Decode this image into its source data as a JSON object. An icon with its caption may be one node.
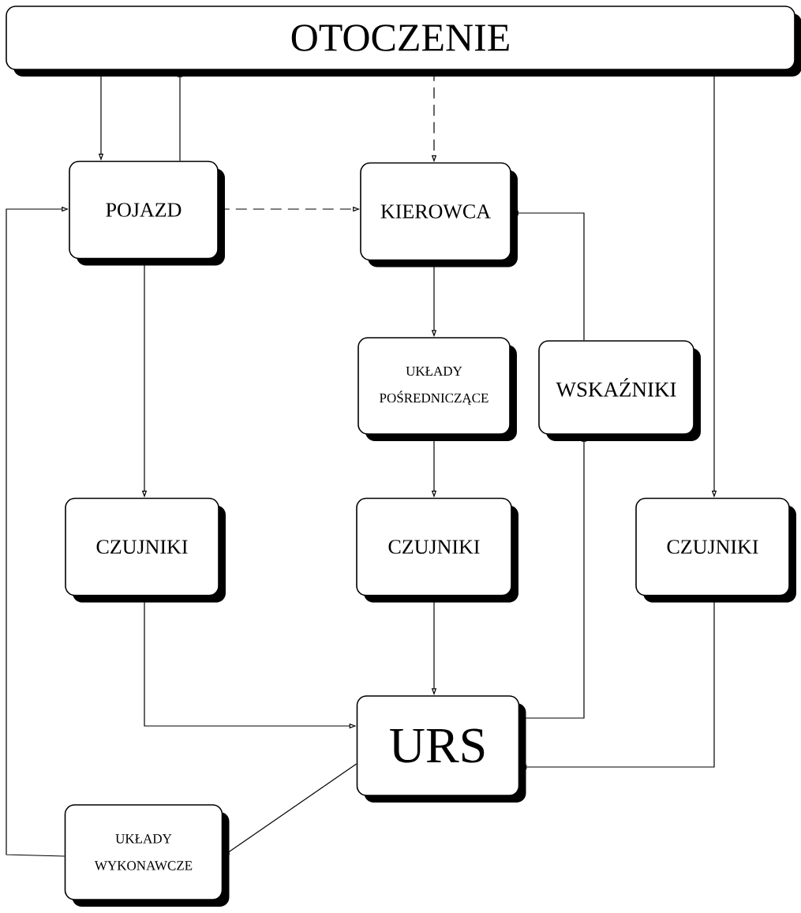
{
  "diagram": {
    "nodes": [
      {
        "text": [
          "OTOCZENIE"
        ]
      },
      {
        "text": [
          "POJAZD"
        ]
      },
      {
        "text": [
          "KIEROWCA"
        ]
      },
      {
        "text": [
          "UKŁADY POŚREDNICZĄCE"
        ]
      },
      {
        "text": [
          "WSKAŹNIKI"
        ]
      },
      {
        "text": [
          "CZUJNIKI"
        ]
      },
      {
        "text": [
          "CZUJNIKI"
        ]
      },
      {
        "text": [
          "CZUJNIKI"
        ]
      },
      {
        "text": [
          "URS"
        ]
      },
      {
        "text": [
          "UKŁADY WYKONAWCZE"
        ]
      }
    ],
    "edges": [
      {
        "from": 0,
        "to": 1,
        "arrow": "to"
      },
      {
        "from": 1,
        "to": 0,
        "arrow": "to"
      },
      {
        "from": 0,
        "to": 2,
        "arrow": "to",
        "style": "dashed"
      },
      {
        "from": 1,
        "to": 2,
        "arrow": "to",
        "style": "dashed"
      },
      {
        "from": 2,
        "to": 3,
        "arrow": "to"
      },
      {
        "from": 4,
        "to": 2,
        "arrow": "to"
      },
      {
        "from": 0,
        "to": 7,
        "arrow": "to"
      },
      {
        "from": 1,
        "to": 5,
        "arrow": "to"
      },
      {
        "from": 3,
        "to": 6,
        "arrow": "to"
      },
      {
        "from": 5,
        "to": 8,
        "arrow": "to"
      },
      {
        "from": 6,
        "to": 8,
        "arrow": "to"
      },
      {
        "from": 8,
        "to": 4,
        "arrow": "to"
      },
      {
        "from": 7,
        "to": 8,
        "arrow": "to"
      },
      {
        "from": 8,
        "to": 9,
        "arrow": "to"
      },
      {
        "from": 9,
        "to": 1,
        "arrow": "to"
      }
    ]
  }
}
